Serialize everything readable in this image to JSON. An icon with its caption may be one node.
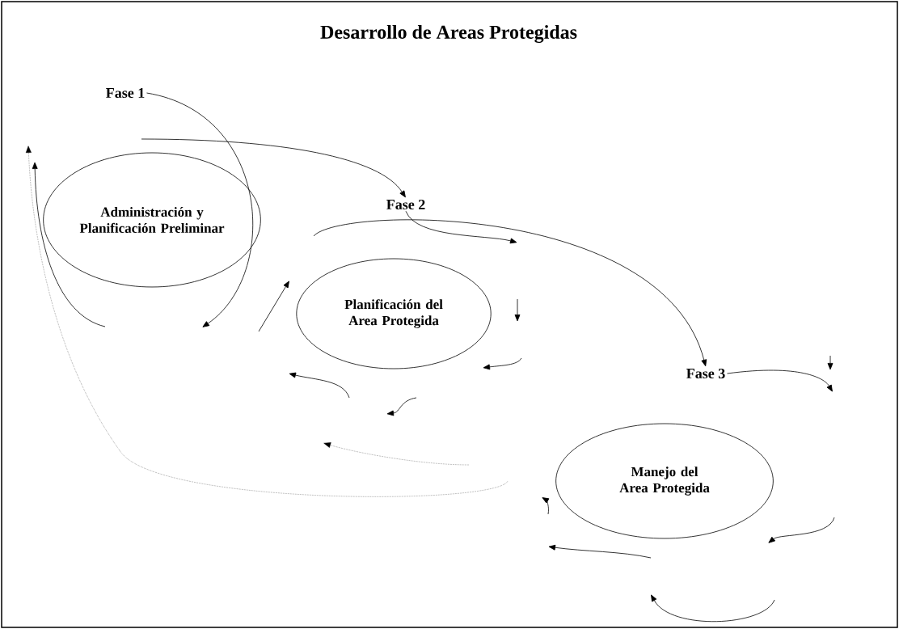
{
  "diagram": {
    "title": "Desarrollo de Areas Protegidas",
    "nodes": [
      {
        "text": [
          "Fase 1"
        ]
      },
      {
        "text": [
          "Administración y Planificación Preliminar"
        ]
      },
      {
        "text": [
          "Fase 2"
        ]
      },
      {
        "text": [
          "Planificación del Area Protegida"
        ]
      },
      {
        "text": [
          "Fase 3"
        ]
      },
      {
        "text": [
          "Manejo del Area Protegida"
        ]
      }
    ],
    "edges": [
      {
        "from": 0,
        "to": null,
        "arrow": "to"
      },
      {
        "from": null,
        "to": 2,
        "arrow": "to"
      },
      {
        "from": null,
        "to": 4,
        "arrow": "to"
      },
      {
        "from": 4,
        "to": null,
        "arrow": "to"
      },
      {
        "from": 2,
        "to": null,
        "arrow": "to"
      }
    ]
  }
}
